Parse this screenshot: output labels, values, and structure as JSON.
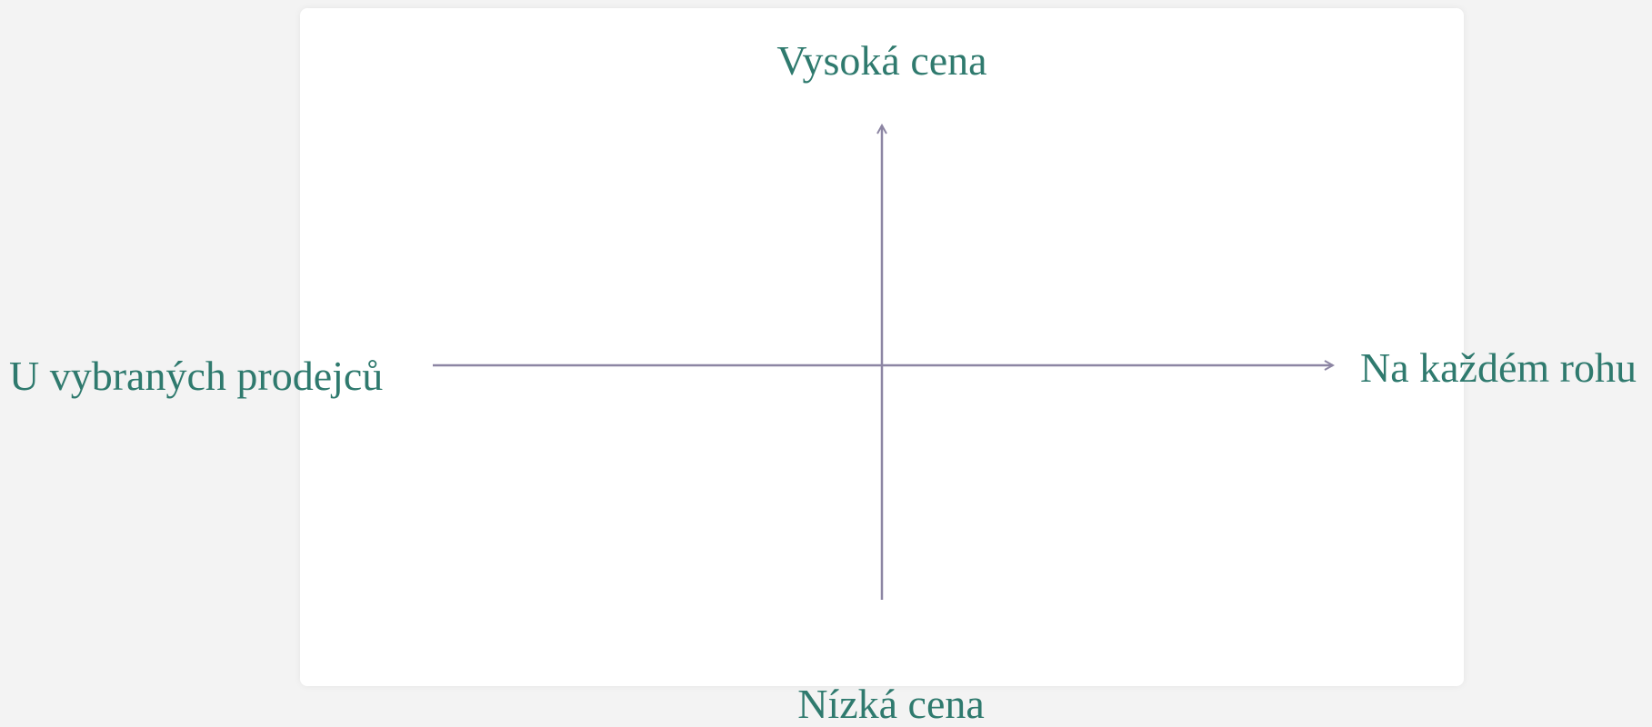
{
  "diagram": {
    "type": "perceptual-map",
    "axis_color": "#8c85a3",
    "label_color": "#2f7a6e",
    "labels": {
      "top": "Vysoká cena",
      "bottom": "Nízká cena",
      "left": "U vybraných prodejců",
      "right": "Na každém rohu"
    }
  }
}
